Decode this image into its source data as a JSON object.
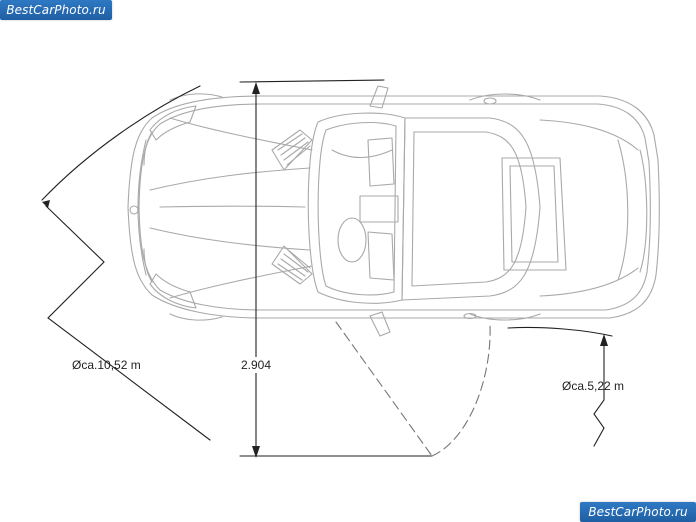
{
  "watermarks": {
    "top": "BestCarPhoto.ru",
    "bottom": "BestCarPhoto.ru"
  },
  "dimensions": {
    "turning_circle": "Øca.10,52 m",
    "wheelbase": "2.904",
    "door_swing": "Øca.5,22 m"
  },
  "colors": {
    "line": "#222222",
    "car_outline": "#a9a9a9",
    "watermark_bg": "#2673bd",
    "background": "#ffffff"
  }
}
